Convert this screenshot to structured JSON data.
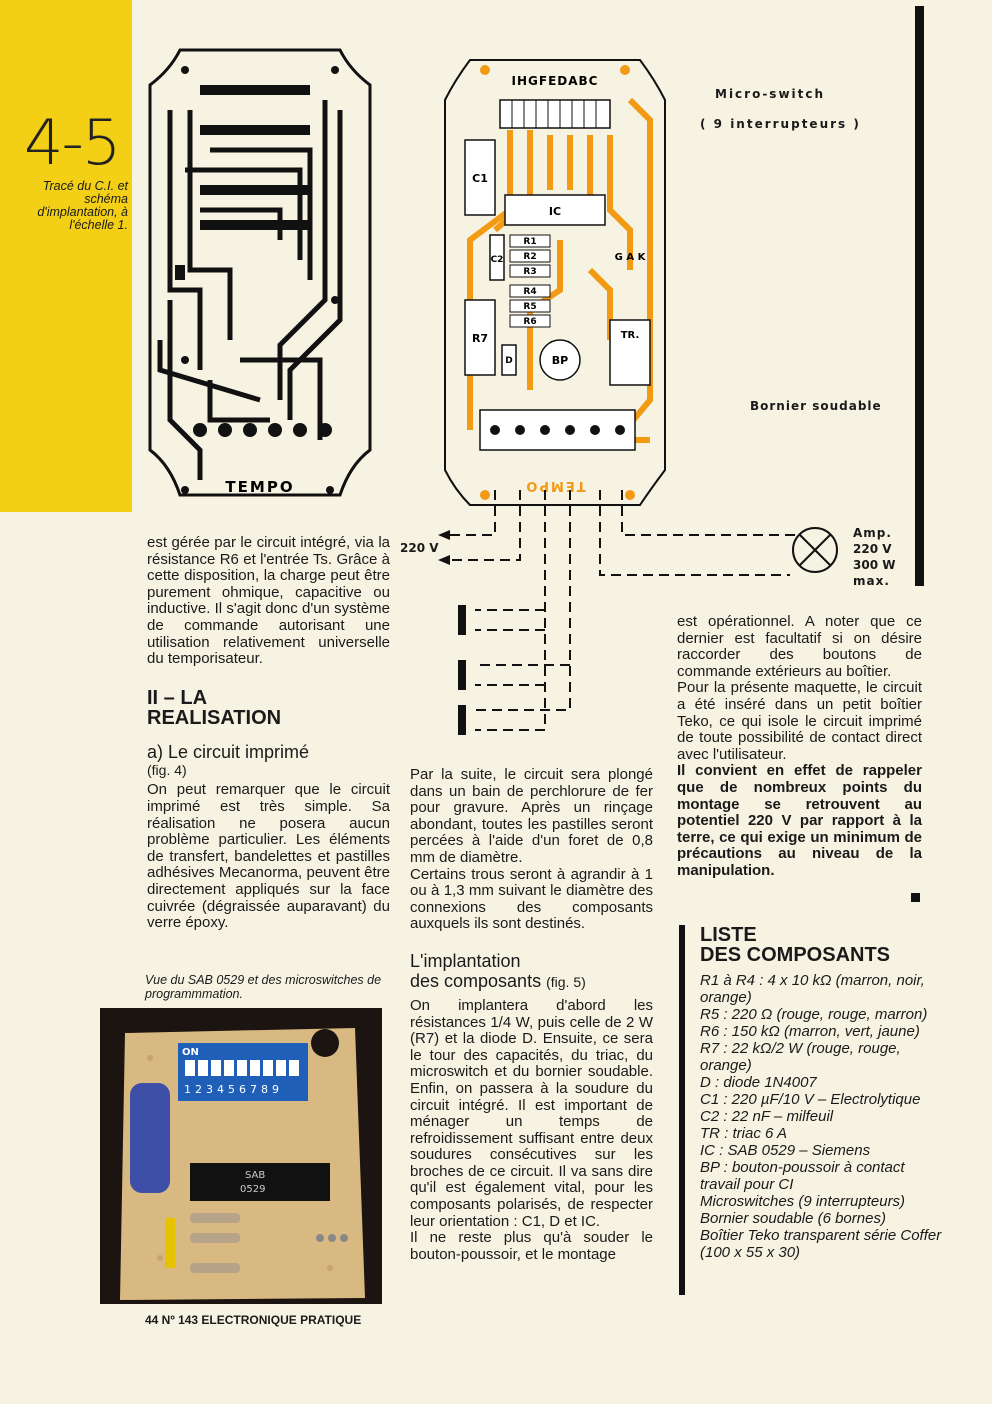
{
  "figure": {
    "number": "4-5",
    "caption": "Tracé du C.I. et schéma d'implantation, à l'échelle 1.",
    "pcb_label": "TEMPO",
    "implant_label": "TEMPO",
    "switch_letters": "IHGFEDABC",
    "labels": {
      "micro_switch": "Micro-switch",
      "interrupteurs": "( 9  interrupteurs )",
      "bornier": "Bornier soudable",
      "v220": "220 V",
      "amp1": "Amp.",
      "amp2": "220 V",
      "amp3": "300 W",
      "amp4": "max."
    },
    "components": [
      "C1",
      "IC",
      "C2",
      "R1",
      "R2",
      "R3",
      "R4",
      "R5",
      "R6",
      "R7",
      "D",
      "BP",
      "TR.",
      "G",
      "A",
      "K"
    ]
  },
  "col1": {
    "intro": "est gérée par le circuit intégré, via la résistance R6 et l'entrée Ts. Grâce à cette disposition, la charge peut être purement ohmique, capacitive ou inductive. Il s'agit donc d'un système de commande autorisant une utilisation relativement universelle du temporisateur.",
    "section_title_1": "II – LA",
    "section_title_2": "REALISATION",
    "sub_a": "a) Le circuit imprimé",
    "sub_a_ref": "(fig. 4)",
    "para_a": "On peut remarquer que le circuit imprimé est très simple. Sa réalisation ne posera aucun problème particulier. Les éléments de transfert, bandelettes et pastilles adhésives Mecanorma, peuvent être directement appliqués sur la face cuivrée (dégraissée auparavant) du verre époxy.",
    "photo_caption": "Vue du SAB 0529 et des microswitches de programmmation."
  },
  "col2": {
    "para1": "Par la suite, le circuit sera plongé dans un bain de perchlorure de fer pour gravure. Après un rinçage abondant, toutes les pastilles seront percées à l'aide d'un foret de 0,8 mm de diamètre.",
    "para2": "Certains trous seront à agrandir à 1 ou à 1,3 mm suivant le diamètre des connexions des composants auxquels ils sont destinés.",
    "sub_b_1": "L'implantation",
    "sub_b_2": "des composants",
    "sub_b_ref": "(fig. 5)",
    "para3": "On implantera d'abord les résistances 1/4 W, puis celle de 2 W (R7) et la diode D. Ensuite, ce sera le tour des capacités, du triac, du microswitch et du bornier soudable. Enfin, on passera à la soudure du circuit intégré. Il est important de ménager un temps de refroidissement suffisant entre deux soudures consécutives sur les broches de ce circuit. Il va sans dire qu'il est également vital, pour les composants polarisés, de respecter leur orientation : C1, D et IC.",
    "para4": "Il ne reste plus qu'à souder le bouton-poussoir, et le montage"
  },
  "col3": {
    "para1": "est opérationnel. A noter que ce dernier est facultatif si on désire raccorder des boutons de commande extérieurs au boîtier.",
    "para2": "Pour la présente maquette, le circuit a été inséré dans un petit boîtier Teko, ce qui isole le circuit imprimé de toute possibilité de contact direct avec l'utilisateur.",
    "para3": "Il convient en effet de rappeler que de nombreux points du montage se retrouvent au potentiel 220 V par rapport à la terre, ce qui exige un minimum de précautions au niveau de la manipulation."
  },
  "list": {
    "title_1": "LISTE",
    "title_2": "DES COMPOSANTS",
    "items": [
      "R1 à R4 : 4 x 10 kΩ (marron, noir, orange)",
      "R5 : 220 Ω (rouge, rouge, marron)",
      "R6 : 150 kΩ (marron, vert, jaune)",
      "R7 : 22 kΩ/2 W (rouge, rouge, orange)",
      "D : diode 1N4007",
      "C1 : 220 µF/10 V – Electrolytique",
      "C2 : 22 nF – milfeuil",
      "TR : triac 6 A",
      "IC : SAB 0529 – Siemens",
      "BP : bouton-poussoir à contact travail pour CI",
      "Microswitches (9 interrupteurs)",
      "Bornier soudable (6 bornes)",
      "Boîtier Teko transparent série Coffer (100 x 55 x 30)"
    ]
  },
  "photo": {
    "switch_on": "ON",
    "switch_numbers": "123456789",
    "chip_label_1": "SAB",
    "chip_label_2": "0529"
  },
  "footer": "44 Nº 143 ELECTRONIQUE PRATIQUE"
}
